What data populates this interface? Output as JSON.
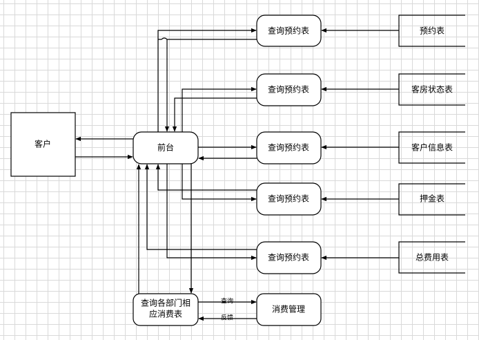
{
  "customer": {
    "label": "客户"
  },
  "front_desk": {
    "label": "前台"
  },
  "processes": [
    {
      "label": "查询预约表"
    },
    {
      "label": "查询预约表"
    },
    {
      "label": "查询预约表"
    },
    {
      "label": "查询预约表"
    },
    {
      "label": "查询预约表"
    }
  ],
  "stores": [
    {
      "label": "预约表"
    },
    {
      "label": "客房状态表"
    },
    {
      "label": "客户信息表"
    },
    {
      "label": "押金表"
    },
    {
      "label": "总费用表"
    }
  ],
  "dept_query": {
    "line1": "查询各部门相",
    "line2": "应消费表"
  },
  "consumption": {
    "label": "消费管理"
  },
  "flow_labels": {
    "query": "查询",
    "feedback": "反馈"
  }
}
